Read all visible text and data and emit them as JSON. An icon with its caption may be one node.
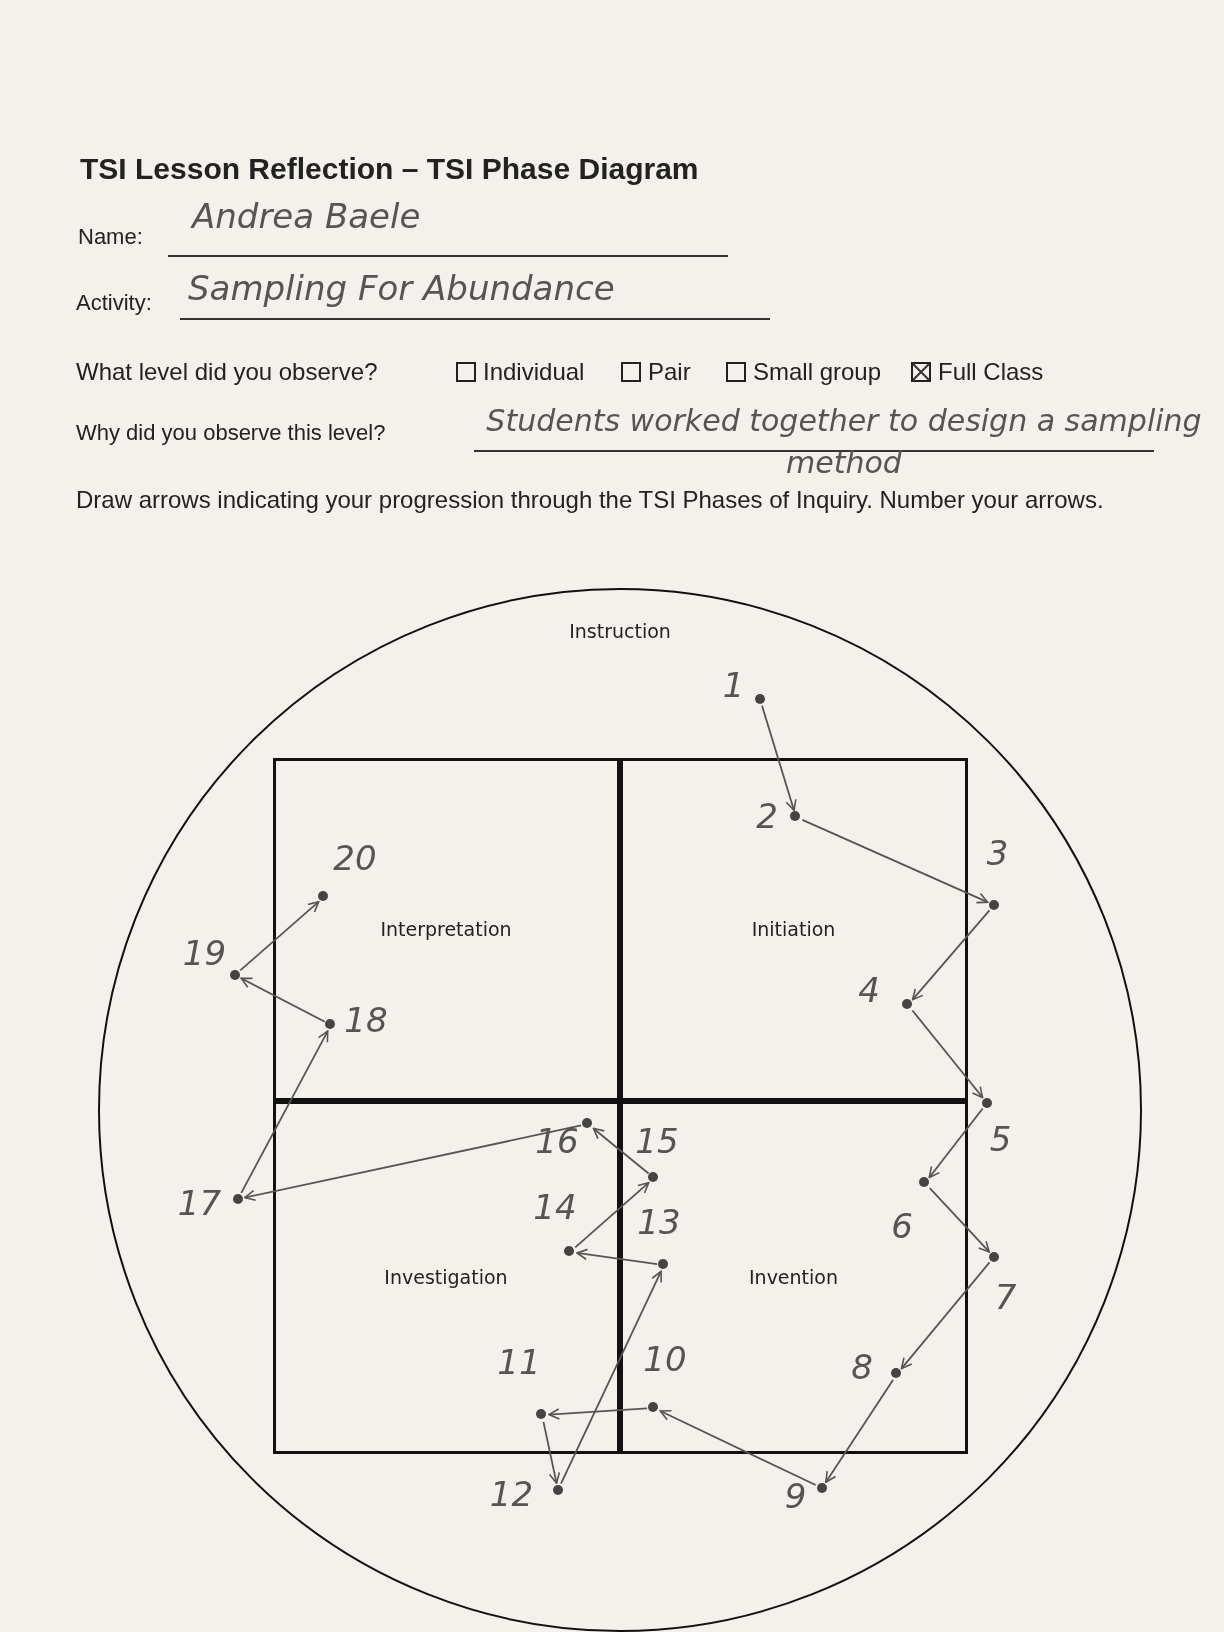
{
  "diagram": {
    "title": "TSI Lesson Reflection – TSI Phase Diagram",
    "nodes": [
      {
        "text": [
          "Instruction"
        ]
      },
      {
        "text": [
          "Interpretation"
        ],
        "in": 0
      },
      {
        "text": [
          "Initiation"
        ],
        "in": 0
      },
      {
        "text": [
          "Investigation"
        ],
        "in": 0
      },
      {
        "text": [
          "Invention"
        ],
        "in": 0
      },
      {
        "text": [],
        "shape": "circle",
        "beside": [
          "1"
        ],
        "in": 0
      },
      {
        "text": [],
        "shape": "circle",
        "beside": [
          "2"
        ],
        "in": 2
      },
      {
        "text": [],
        "shape": "circle",
        "beside": [
          "3"
        ],
        "in": 0
      },
      {
        "text": [],
        "shape": "circle",
        "beside": [
          "4"
        ],
        "in": 2
      },
      {
        "text": [],
        "shape": "circle",
        "beside": [
          "5"
        ],
        "in": 0
      },
      {
        "text": [],
        "shape": "circle",
        "beside": [
          "6"
        ],
        "in": 4
      },
      {
        "text": [],
        "shape": "circle",
        "beside": [
          "7"
        ],
        "in": 0
      },
      {
        "text": [],
        "shape": "circle",
        "beside": [
          "8"
        ],
        "in": 4
      },
      {
        "text": [],
        "shape": "circle",
        "beside": [
          "9"
        ],
        "in": 0
      },
      {
        "text": [],
        "shape": "circle",
        "beside": [
          "10"
        ],
        "in": 4
      },
      {
        "text": [],
        "shape": "circle",
        "beside": [
          "11"
        ],
        "in": 3
      },
      {
        "text": [],
        "shape": "circle",
        "beside": [
          "12"
        ],
        "in": 0
      },
      {
        "text": [],
        "shape": "circle",
        "beside": [
          "13"
        ],
        "in": 4
      },
      {
        "text": [],
        "shape": "circle",
        "beside": [
          "14"
        ],
        "in": 3
      },
      {
        "text": [],
        "shape": "circle",
        "beside": [
          "15"
        ],
        "in": 4
      },
      {
        "text": [],
        "shape": "circle",
        "beside": [
          "16"
        ],
        "in": 3
      },
      {
        "text": [],
        "shape": "circle",
        "beside": [
          "17"
        ],
        "in": 0
      },
      {
        "text": [],
        "shape": "circle",
        "beside": [
          "18"
        ],
        "in": 1
      },
      {
        "text": [],
        "shape": "circle",
        "beside": [
          "19"
        ],
        "in": 0
      },
      {
        "text": [],
        "shape": "circle",
        "beside": [
          "20"
        ],
        "in": 1
      }
    ],
    "edges": [
      {
        "from": 5,
        "to": 6,
        "arrow": "to"
      },
      {
        "from": 6,
        "to": 7,
        "arrow": "to"
      },
      {
        "from": 7,
        "to": 8,
        "arrow": "to"
      },
      {
        "from": 8,
        "to": 9,
        "arrow": "to"
      },
      {
        "from": 9,
        "to": 10,
        "arrow": "to"
      },
      {
        "from": 10,
        "to": 11,
        "arrow": "to"
      },
      {
        "from": 11,
        "to": 12,
        "arrow": "to"
      },
      {
        "from": 12,
        "to": 13,
        "arrow": "to"
      },
      {
        "from": 13,
        "to": 14,
        "arrow": "to"
      },
      {
        "from": 14,
        "to": 15,
        "arrow": "to"
      },
      {
        "from": 15,
        "to": 16,
        "arrow": "to"
      },
      {
        "from": 16,
        "to": 17,
        "arrow": "to"
      },
      {
        "from": 17,
        "to": 18,
        "arrow": "to"
      },
      {
        "from": 18,
        "to": 19,
        "arrow": "to"
      },
      {
        "from": 19,
        "to": 20,
        "arrow": "to"
      },
      {
        "from": 20,
        "to": 21,
        "arrow": "to"
      },
      {
        "from": 21,
        "to": 22,
        "arrow": "to"
      },
      {
        "from": 22,
        "to": 23,
        "arrow": "to"
      },
      {
        "from": 23,
        "to": 24,
        "arrow": "to"
      }
    ],
    "labels": [
      "Name:",
      "Andrea Baele",
      "Activity:",
      "Sampling For Abundance",
      "What level did you observe?",
      "Individual",
      "Pair",
      "Small group",
      "Full Class",
      "Why did you observe this level?",
      "Students worked together to design a sampling method",
      "Draw arrows indicating your progression through the TSI Phases of Inquiry. Number your arrows."
    ]
  }
}
